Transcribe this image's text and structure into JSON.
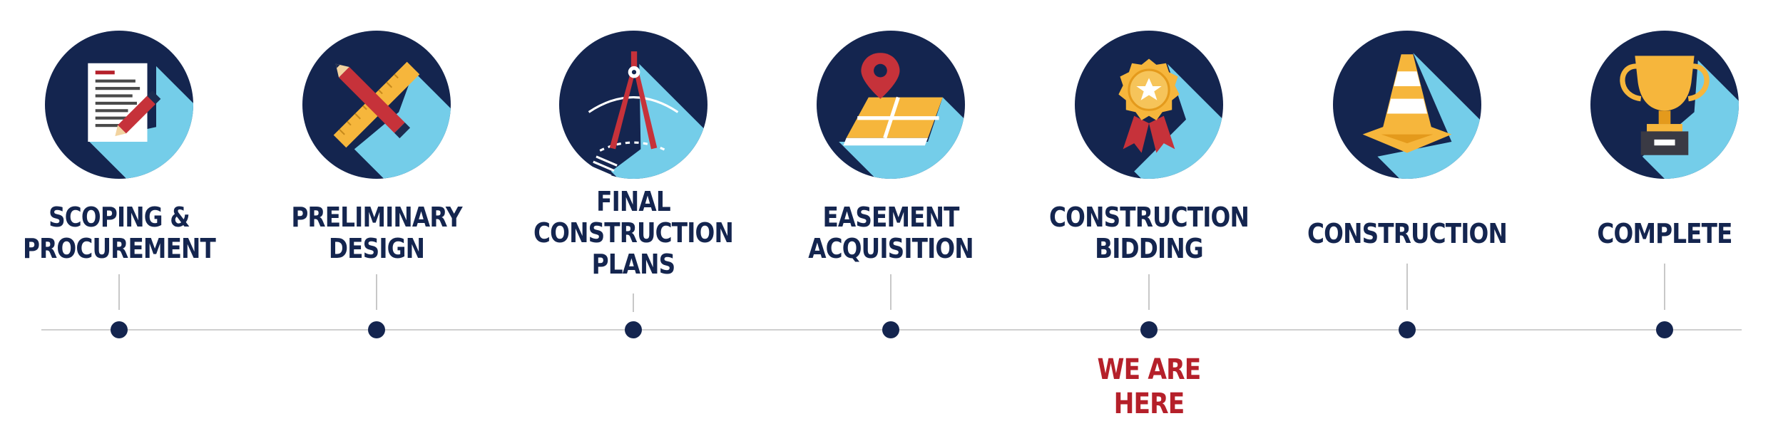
{
  "colors": {
    "navy": "#14254f",
    "sky": "#74cde9",
    "red": "#b5202a",
    "gold": "#f6b63c",
    "line": "#cfcfcf"
  },
  "steps": [
    {
      "line1": "SCOPING &",
      "line2": "PROCUREMENT",
      "line3": "",
      "icon": "document-pencil-icon"
    },
    {
      "line1": "PRELIMINARY",
      "line2": "DESIGN",
      "line3": "",
      "icon": "ruler-pencil-icon"
    },
    {
      "line1": "FINAL",
      "line2": "CONSTRUCTION",
      "line3": "PLANS",
      "icon": "compass-drafting-icon"
    },
    {
      "line1": "EASEMENT",
      "line2": "ACQUISITION",
      "line3": "",
      "icon": "map-pin-icon"
    },
    {
      "line1": "CONSTRUCTION",
      "line2": "BIDDING",
      "line3": "",
      "icon": "award-ribbon-icon"
    },
    {
      "line1": "CONSTRUCTION",
      "line2": "",
      "line3": "",
      "icon": "traffic-cone-icon"
    },
    {
      "line1": "COMPLETE",
      "line2": "",
      "line3": "",
      "icon": "trophy-icon"
    }
  ],
  "current_marker": {
    "text": "WE ARE HERE",
    "step": "CONSTRUCTION BIDDING"
  }
}
